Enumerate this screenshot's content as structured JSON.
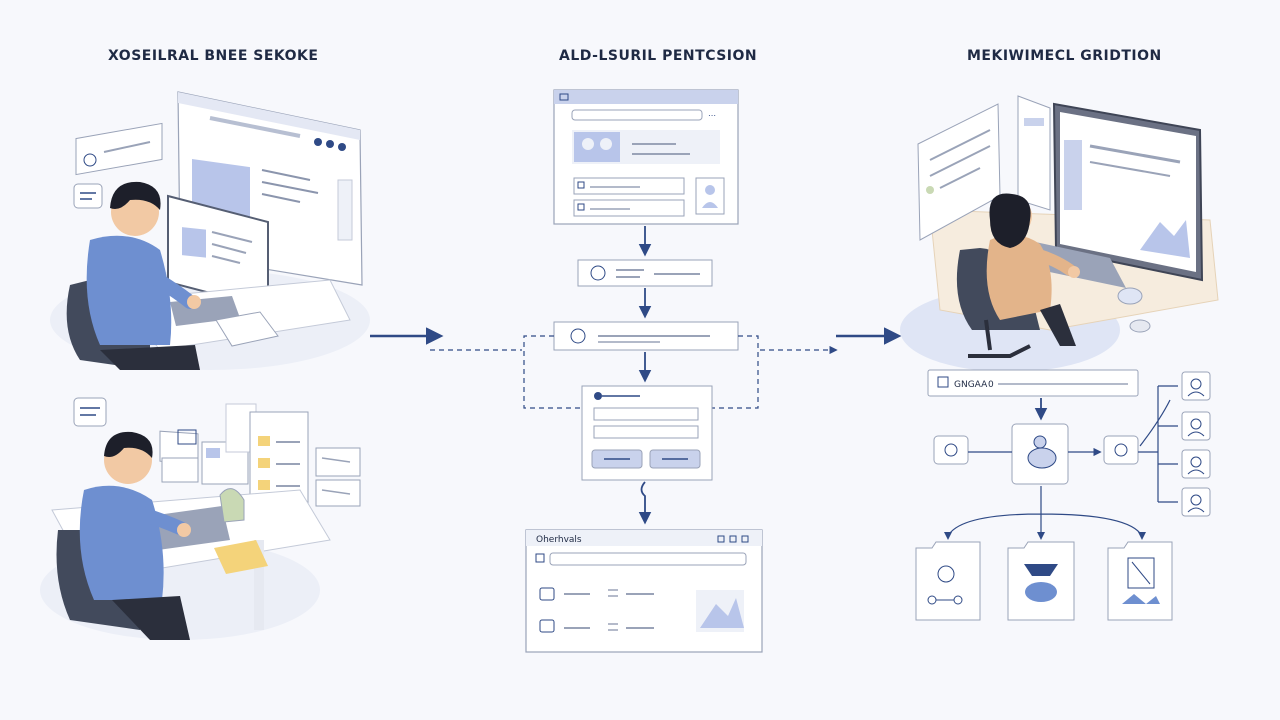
{
  "titles": {
    "left": "XOSEILRAL BNEE SEKOKE",
    "center": "ALD-LSURIL PENTCSION",
    "right": "MEKIWIMECL GRIDTION"
  },
  "labels": {
    "result_window": "Oherhvals",
    "search_bar_prefix": "GNGAA",
    "search_bar_suffix": "0"
  },
  "colors": {
    "accent": "#2f4a86",
    "ink": "#1f2a44",
    "panel_border": "#9aa3b8",
    "panel_fill": "#ffffff",
    "header_fill": "#c9d2ec",
    "image_fill": "#b8c5ea",
    "skin": "#f2c9a4",
    "shirt_blue": "#6e8fd0",
    "shirt_tan": "#e3b48a",
    "hair": "#1d1f2a",
    "chair": "#424a5c",
    "folder_yellow": "#f4d37a"
  },
  "icons": [
    "user-card-icon",
    "chat-bubble-icon",
    "image-placeholder-icon",
    "avatar-icon",
    "document-icon",
    "key-icon",
    "gear-icon",
    "folder-icon",
    "network-node-icon",
    "arrow-right-icon",
    "arrow-down-icon"
  ]
}
